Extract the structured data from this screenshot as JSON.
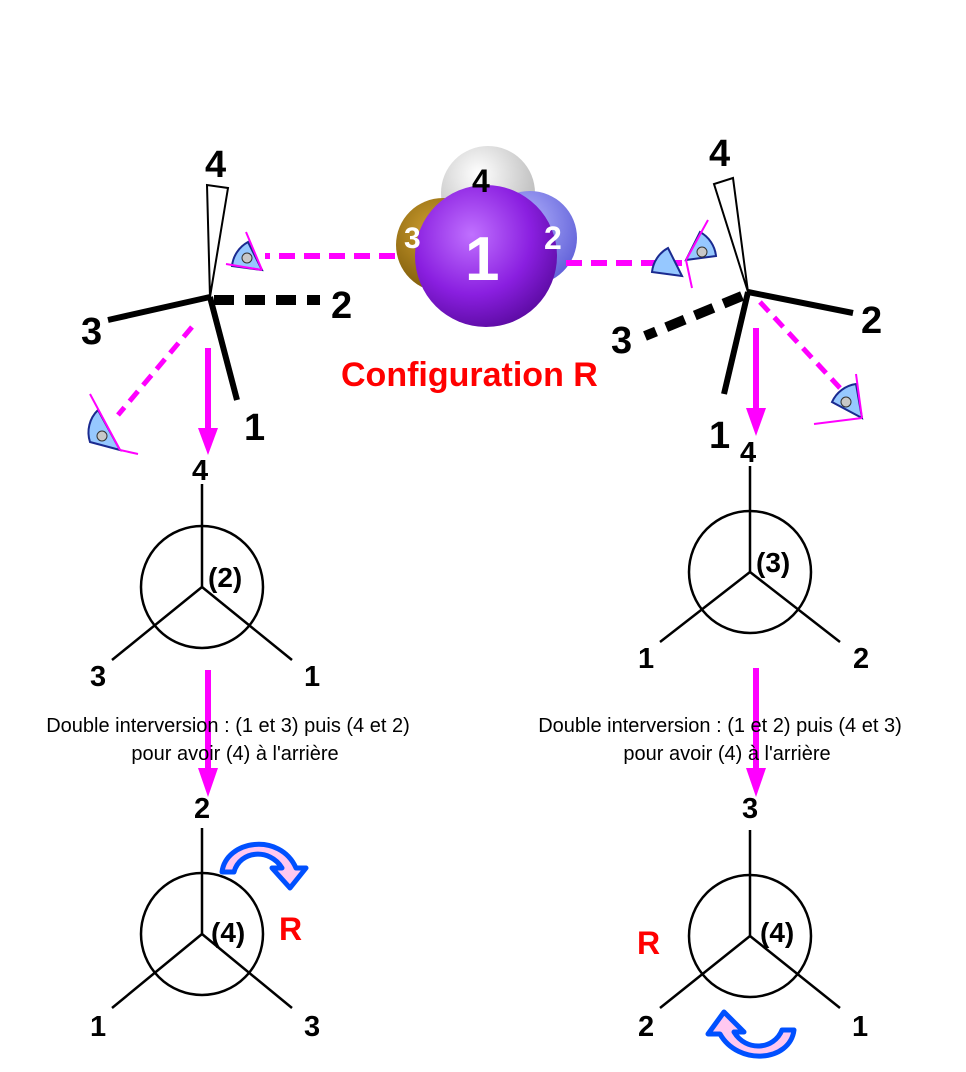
{
  "title": "Configuration R",
  "model": {
    "ball_1": "1",
    "ball_2": "2",
    "ball_3": "3",
    "ball_4": "4"
  },
  "left": {
    "stereo": {
      "top": "4",
      "right": "2",
      "left": "3",
      "bottom": "1"
    },
    "newman1": {
      "top": "4",
      "center": "(2)",
      "left": "3",
      "right": "1"
    },
    "note_line1": "Double interversion : (1 et 3) puis (4 et 2)",
    "note_line2": "pour avoir  (4) à l'arrière",
    "newman2": {
      "top": "2",
      "center": "(4)",
      "left": "1",
      "right": "3"
    },
    "rotation_label": "R"
  },
  "right": {
    "stereo": {
      "top": "4",
      "right": "2",
      "left": "3",
      "bottom": "1"
    },
    "newman1": {
      "top": "4",
      "center": "(3)",
      "left": "1",
      "right": "2"
    },
    "note_line1": "Double interversion : (1 et 2) puis (4 et 3)",
    "note_line2": "pour avoir  (4) à l'arrière",
    "newman2": {
      "top": "3",
      "center": "(4)",
      "left": "2",
      "right": "1"
    },
    "rotation_label": "R"
  },
  "colors": {
    "arrows": "#ff00ff",
    "labels_red": "#ff0000",
    "ball_1": "#9a22e0",
    "ball_2": "#8080f0",
    "ball_3": "#a07818",
    "ball_4": "#f0f0f0",
    "rotation_arrow_fill": "#ffc8f0",
    "rotation_arrow_stroke": "#0050ff",
    "eye": "#96c8ff"
  },
  "icons": [
    "eye-icon",
    "rotation-arrow-icon"
  ]
}
